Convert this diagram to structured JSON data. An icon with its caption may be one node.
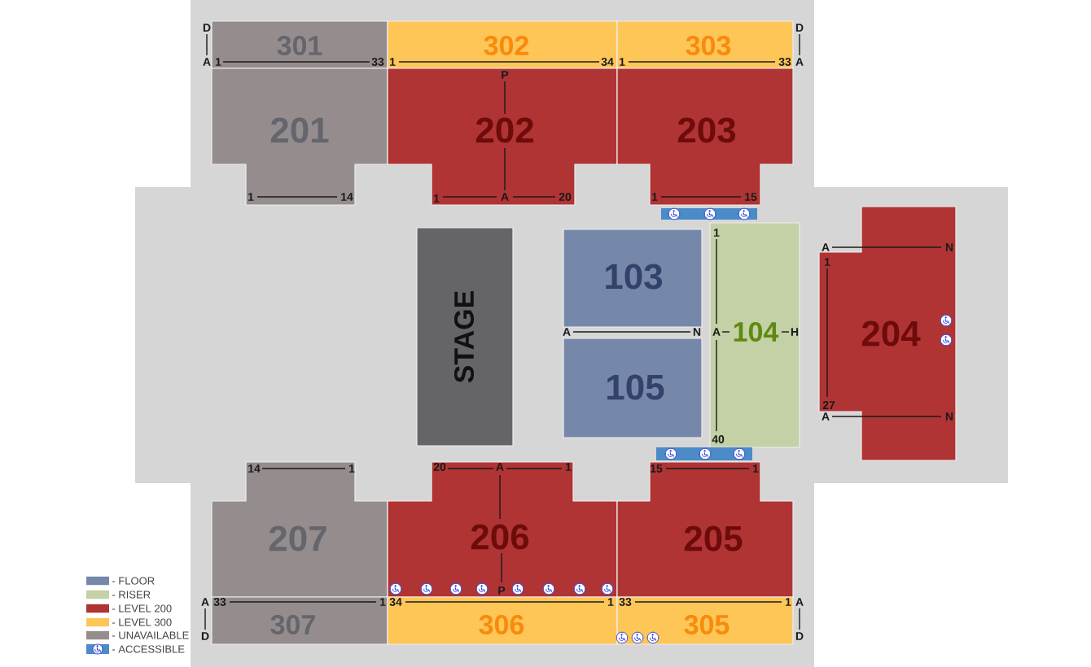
{
  "diagram": {
    "nodes": [
      {
        "text": [
          "301"
        ]
      },
      {
        "text": [
          "302"
        ]
      },
      {
        "text": [
          "303"
        ]
      },
      {
        "text": [
          "201"
        ]
      },
      {
        "text": [
          "202"
        ]
      },
      {
        "text": [
          "203"
        ]
      },
      {
        "text": [
          "STAGE"
        ]
      },
      {
        "text": [
          "103"
        ]
      },
      {
        "text": [
          "104"
        ]
      },
      {
        "text": [
          "204"
        ]
      },
      {
        "text": [
          "105"
        ]
      },
      {
        "text": [
          "207"
        ]
      },
      {
        "text": [
          "206"
        ]
      },
      {
        "text": [
          "205"
        ]
      },
      {
        "text": [
          "307"
        ]
      },
      {
        "text": [
          "306"
        ]
      },
      {
        "text": [
          "305"
        ]
      }
    ],
    "labels": [
      "D",
      "D",
      "A",
      "1",
      "33",
      "1",
      "34",
      "1",
      "33",
      "A",
      "P",
      "1",
      "14",
      "1",
      "A",
      "20",
      "1",
      "15",
      "1",
      "A",
      "N",
      "1",
      "A",
      "N",
      "A",
      "H",
      "27",
      "A",
      "N",
      "40",
      "14",
      "1",
      "20",
      "A",
      "1",
      "15",
      "1",
      "P",
      "A",
      "33",
      "1",
      "34",
      "1",
      "33",
      "1",
      "A",
      "D",
      "D"
    ],
    "legend": [
      {
        "text": "- FLOOR",
        "color": "#7688aa"
      },
      {
        "text": "- RISER",
        "color": "#c4d0a6"
      },
      {
        "text": "- LEVEL 200",
        "color": "#b03434"
      },
      {
        "text": "- LEVEL 300",
        "color": "#fec557"
      },
      {
        "text": "- UNAVAILABLE",
        "color": "#958d8d"
      },
      {
        "text": "- ACCESSIBLE"
      }
    ]
  }
}
